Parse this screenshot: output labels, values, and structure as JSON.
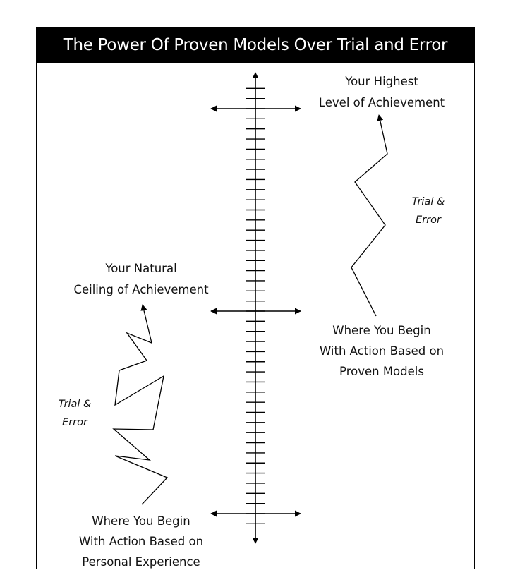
{
  "title": "The Power Of Proven Models Over Trial and Error",
  "labels": {
    "highest": [
      "Your Highest",
      "Level of Achievement"
    ],
    "ceiling": [
      "Your Natural",
      "Ceiling of Achievement"
    ],
    "begin_proven": [
      "Where You Begin",
      "With Action Based on",
      "Proven Models"
    ],
    "begin_personal": [
      "Where You Begin",
      "With Action Based on",
      "Personal Experience"
    ],
    "trial_right": [
      "Trial &",
      "Error"
    ],
    "trial_left": [
      "Trial &",
      "Error"
    ]
  },
  "colors": {
    "title_bg": "#000000",
    "title_text": "#ffffff",
    "lines": "#000000"
  }
}
